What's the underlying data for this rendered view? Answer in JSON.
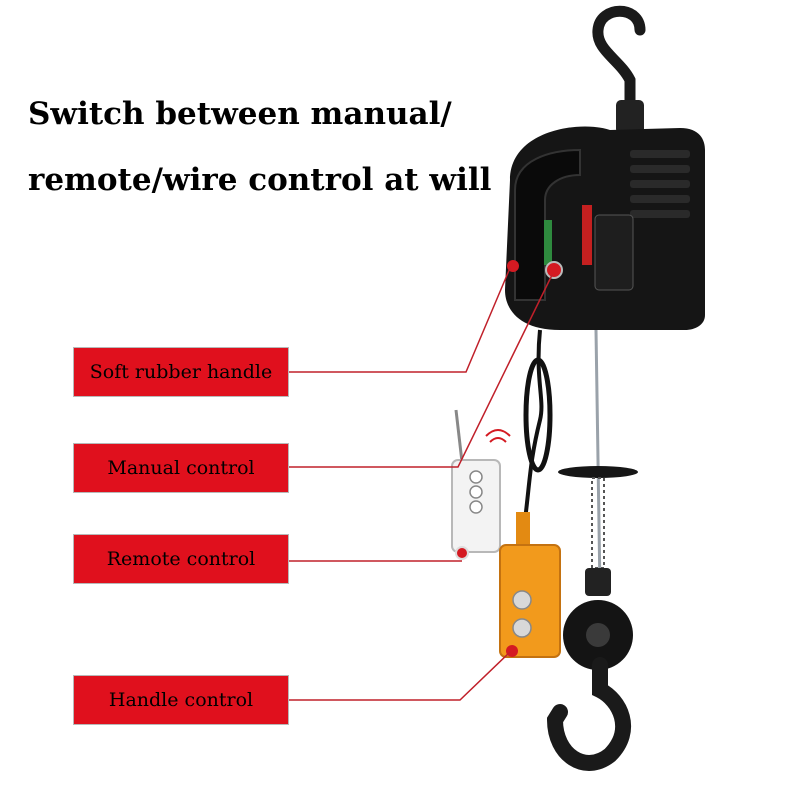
{
  "headline": {
    "line1": "Switch between manual/",
    "line2": "remote/wire control at will"
  },
  "labels": [
    {
      "text": "Soft rubber handle"
    },
    {
      "text": "Manual control"
    },
    {
      "text": "Remote control"
    },
    {
      "text": "Handle control"
    }
  ],
  "colors": {
    "label_bg": "#e0101d",
    "leader_line": "#c0202a",
    "hoist_body": "#151515",
    "pendant": "#f29a1c"
  }
}
